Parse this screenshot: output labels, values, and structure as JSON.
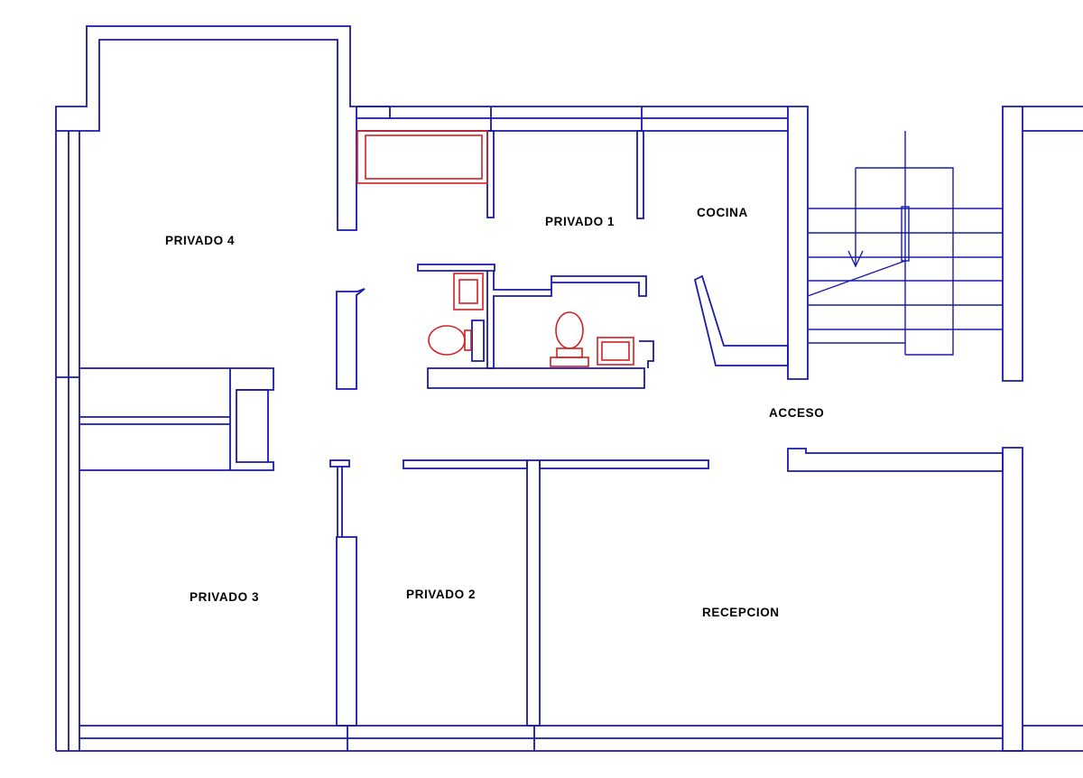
{
  "plan": {
    "colors": {
      "walls": "#1a1aa8",
      "fixtures": "#d42020",
      "background": "#ffffff",
      "labels": "#000000"
    },
    "rooms": [
      {
        "id": "privado-4",
        "label": "PRIVADO 4"
      },
      {
        "id": "privado-1",
        "label": "PRIVADO 1"
      },
      {
        "id": "cocina",
        "label": "COCINA"
      },
      {
        "id": "acceso",
        "label": "ACCESO"
      },
      {
        "id": "privado-3",
        "label": "PRIVADO 3"
      },
      {
        "id": "privado-2",
        "label": "PRIVADO 2"
      },
      {
        "id": "recepcion",
        "label": "RECEPCION"
      }
    ],
    "fixtures": [
      "bathtub",
      "sink",
      "toilet",
      "toilet",
      "sink"
    ],
    "features": [
      "stairs",
      "closet"
    ]
  }
}
